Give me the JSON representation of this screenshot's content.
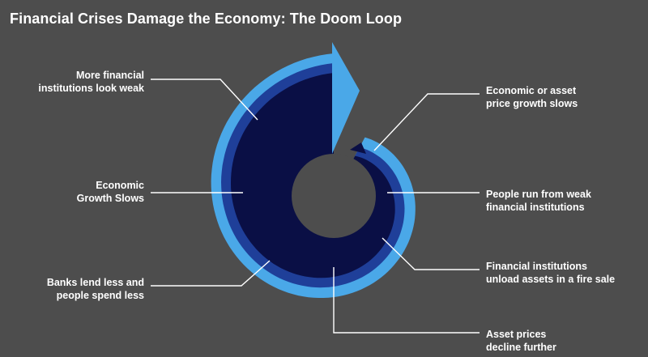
{
  "title": "Financial Crises Damage the Economy:  The Doom Loop",
  "colors": {
    "background": "#4d4d4d",
    "outer_ring": "#4aa8e8",
    "middle_ring": "#1f3f99",
    "inner_ring": "#0a0f45",
    "hole": "#4d4d4d",
    "leader_line": "#ffffff"
  },
  "labels": {
    "more_weak": [
      "More financial",
      "institutions look weak"
    ],
    "growth_slows": [
      "Economic",
      "Growth Slows"
    ],
    "banks_lend_less": [
      "Banks lend less and",
      "people spend less"
    ],
    "asset_growth_slows": [
      "Economic or asset",
      "price growth slows"
    ],
    "people_run": [
      "People run from weak",
      "financial institutions"
    ],
    "fire_sale": [
      "Financial institutions",
      "unload assets in a fire sale"
    ],
    "prices_decline": [
      "Asset prices",
      "decline further"
    ]
  }
}
